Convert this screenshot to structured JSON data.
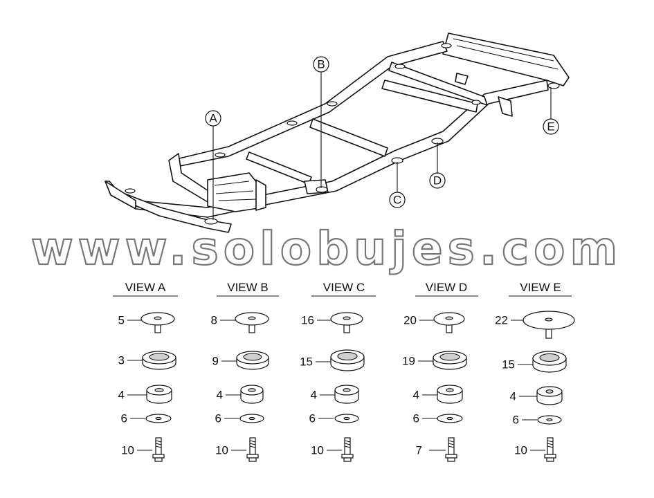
{
  "callouts": [
    {
      "letter": "A"
    },
    {
      "letter": "B"
    },
    {
      "letter": "C"
    },
    {
      "letter": "D"
    },
    {
      "letter": "E"
    }
  ],
  "watermark": "www.solobujes.com",
  "views": [
    {
      "title": "VIEW A",
      "parts": [
        "5",
        "3",
        "4",
        "6",
        "10"
      ]
    },
    {
      "title": "VIEW B",
      "parts": [
        "8",
        "9",
        "4",
        "6",
        "10"
      ]
    },
    {
      "title": "VIEW C",
      "parts": [
        "16",
        "15",
        "4",
        "6",
        "10"
      ]
    },
    {
      "title": "VIEW D",
      "parts": [
        "20",
        "19",
        "4",
        "6",
        "7"
      ]
    },
    {
      "title": "VIEW E",
      "parts": [
        "22",
        "15",
        "4",
        "6",
        "10"
      ]
    }
  ]
}
